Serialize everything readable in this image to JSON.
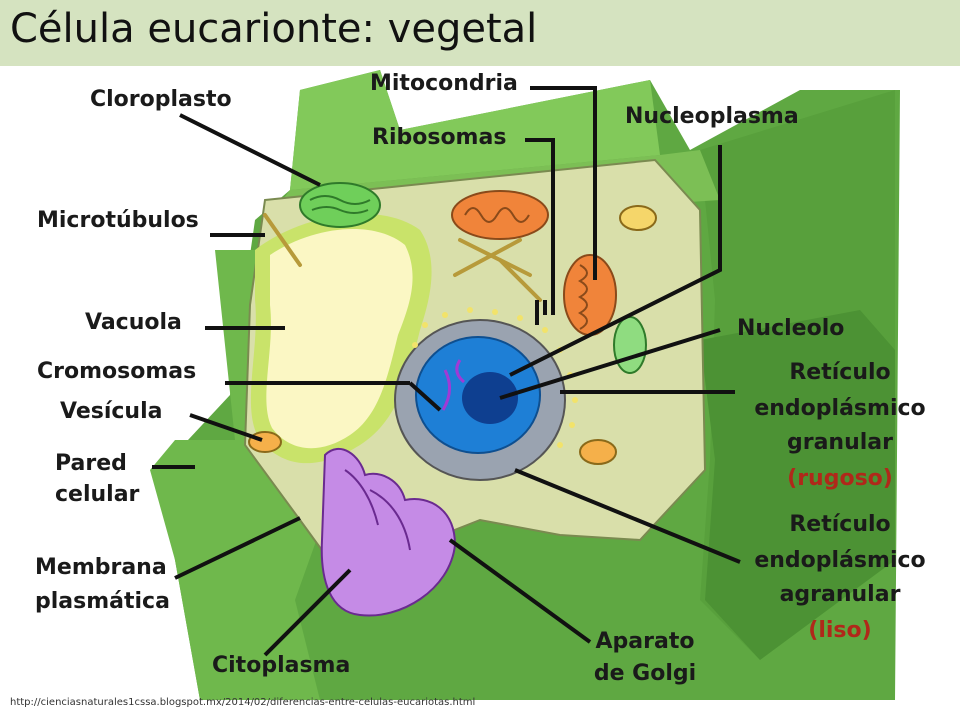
{
  "title": "Célula eucarionte: vegetal",
  "labels": {
    "cloroplasto": "Cloroplasto",
    "mitocondria": "Mitocondria",
    "ribosomas": "Ribosomas",
    "nucleoplasma": "Nucleoplasma",
    "microtubulos": "Microtúbulos",
    "vacuola": "Vacuola",
    "nucleolo": "Nucleolo",
    "cromosomas": "Cromosomas",
    "vesicula": "Vesícula",
    "rer_1": "Retículo",
    "rer_2": "endoplásmico",
    "rer_3": "granular",
    "rer_4": "(rugoso)",
    "pared_1": "Pared",
    "pared_2": "celular",
    "ser_1": "Retículo",
    "ser_2": "endoplásmico",
    "ser_3": "agranular",
    "ser_4": "(liso)",
    "membrana_1": "Membrana",
    "membrana_2": "plasmática",
    "aparato_1": "Aparato",
    "aparato_2": "de Golgi",
    "citoplasma": "Citoplasma"
  },
  "source": "http://cienciasnaturales1cssa.blogspot.mx/2014/02/diferencias-entre-celulas-eucariotas.html",
  "colors": {
    "title_bg": "#d5e3c0",
    "wall_dark": "#5fa842",
    "wall_light": "#9fcf64",
    "cytoplasm": "#d9dfaa",
    "vacuole": "#fbf7c4",
    "tonoplast": "#c9e36a",
    "nucleus": "#1e7fd6",
    "nucleus_outer": "#9aa3b0",
    "golgi": "#c58be6",
    "mitochondria": "#f0843a",
    "chloroplast": "#6fcf5a",
    "label_red": "#b0281a"
  }
}
